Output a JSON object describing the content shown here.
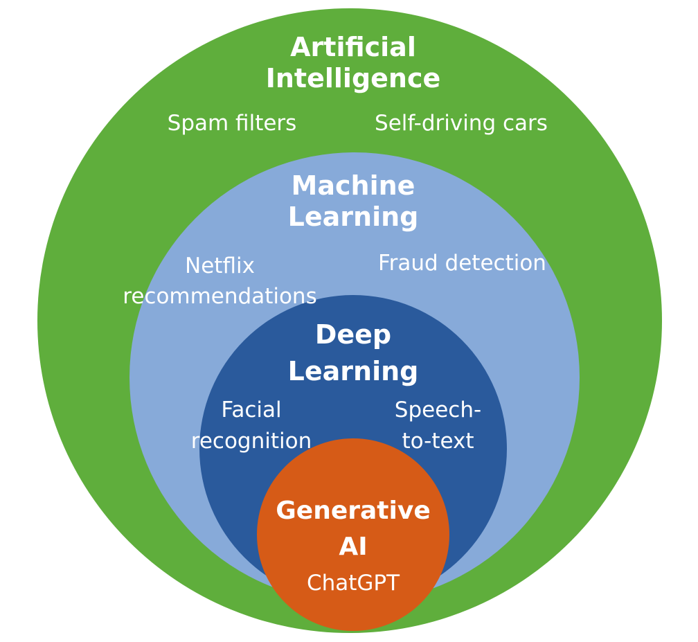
{
  "diagram": {
    "type": "nested-circles",
    "layers": [
      {
        "id": "ai",
        "title_lines": [
          "Artificial",
          "Intelligence"
        ],
        "examples": [
          "Spam filters",
          "Self-driving cars"
        ],
        "color": "#5fae3c"
      },
      {
        "id": "ml",
        "title_lines": [
          "Machine",
          "Learning"
        ],
        "examples": [
          [
            "Netflix",
            "recommendations"
          ],
          [
            "Fraud detection"
          ]
        ],
        "color": "#87aad9"
      },
      {
        "id": "dl",
        "title_lines": [
          "Deep",
          "Learning"
        ],
        "examples": [
          [
            "Facial",
            "recognition"
          ],
          [
            "Speech-",
            "to-text"
          ]
        ],
        "color": "#2a5a9c"
      },
      {
        "id": "genai",
        "title_lines": [
          "Generative",
          "AI"
        ],
        "examples": [
          "ChatGPT"
        ],
        "color": "#d65b17"
      }
    ]
  }
}
